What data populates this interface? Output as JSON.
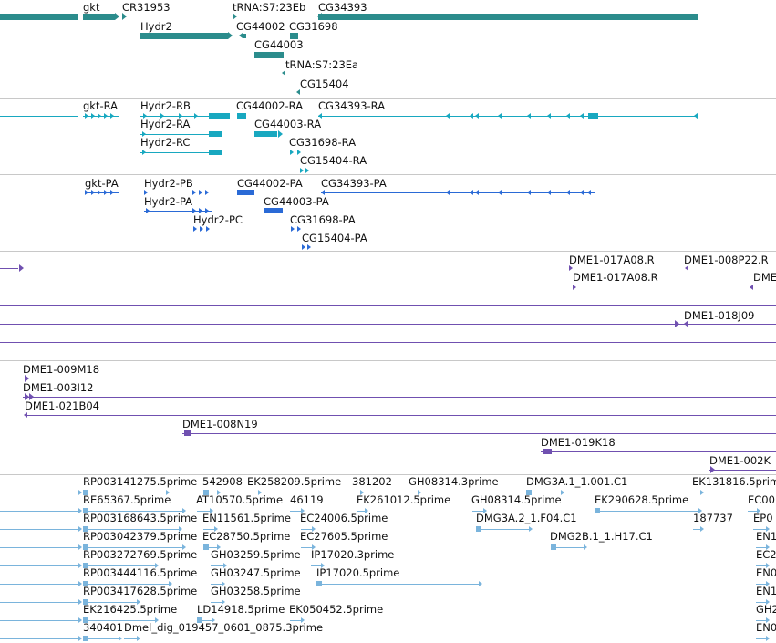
{
  "colors": {
    "gene": "#2b8c8c",
    "transcript": "#18a8c0",
    "protein": "#2a6ad6",
    "bac": "#7050b0",
    "est": "#7ab4dc",
    "separator": "#c8c8c8"
  },
  "gene_track": {
    "labels": [
      "gkt",
      "CR31953",
      "tRNA:S7:23Eb",
      "CG34393",
      "Hydr2",
      "CG44002",
      "CG31698",
      "CG44003",
      "tRNA:S7:23Ea",
      "CG15404"
    ]
  },
  "transcript_track": {
    "labels": [
      "gkt-RA",
      "Hydr2-RB",
      "CG44002-RA",
      "CG34393-RA",
      "Hydr2-RA",
      "CG44003-RA",
      "Hydr2-RC",
      "CG31698-RA",
      "CG15404-RA"
    ]
  },
  "protein_track": {
    "labels": [
      "gkt-PA",
      "Hydr2-PB",
      "CG44002-PA",
      "CG34393-PA",
      "Hydr2-PA",
      "CG44003-PA",
      "Hydr2-PC",
      "CG31698-PA",
      "CG15404-PA"
    ]
  },
  "bac_track_1": {
    "labels": [
      "DME1-017A08.R",
      "DME1-008P22.R",
      "DME1-017A08.R",
      "DME"
    ]
  },
  "bac_track_2": {
    "labels": [
      "DME1-018J09"
    ]
  },
  "bac_track_3": {
    "labels": [
      "DME1-009M18",
      "DME1-003I12",
      "DME1-021B04",
      "DME1-008N19",
      "DME1-019K18",
      "DME1-002K"
    ]
  },
  "est_track": {
    "labels": [
      "RP003141275.5prime",
      "542908",
      "EK258209.5prime",
      "381202",
      "GH08314.3prime",
      "DMG3A.1_1.001.C1",
      "EK131816.5prime",
      "RE65367.5prime",
      "AT10570.5prime",
      "46119",
      "EK261012.5prime",
      "GH08314.5prime",
      "EK290628.5prime",
      "EC00",
      "RP003168643.5prime",
      "EN11561.5prime",
      "EC24006.5prime",
      "DMG3A.2_1.F04.C1",
      "187737",
      "EP0",
      "RP003042379.5prime",
      "EC28750.5prime",
      "EC27605.5prime",
      "DMG2B.1_1.H17.C1",
      "EN1",
      "RP003272769.5prime",
      "GH03259.5prime",
      "IP17020.3prime",
      "EC2",
      "RP003444116.5prime",
      "GH03247.5prime",
      "IP17020.5prime",
      "EN0",
      "RP003417628.5prime",
      "GH03258.5prime",
      "EN1",
      "EK216425.5prime",
      "LD14918.5prime",
      "EK050452.5prime",
      "GH2",
      "340401",
      "Dmel_dig_019457_0601_0875.3prime",
      "EN0"
    ]
  }
}
